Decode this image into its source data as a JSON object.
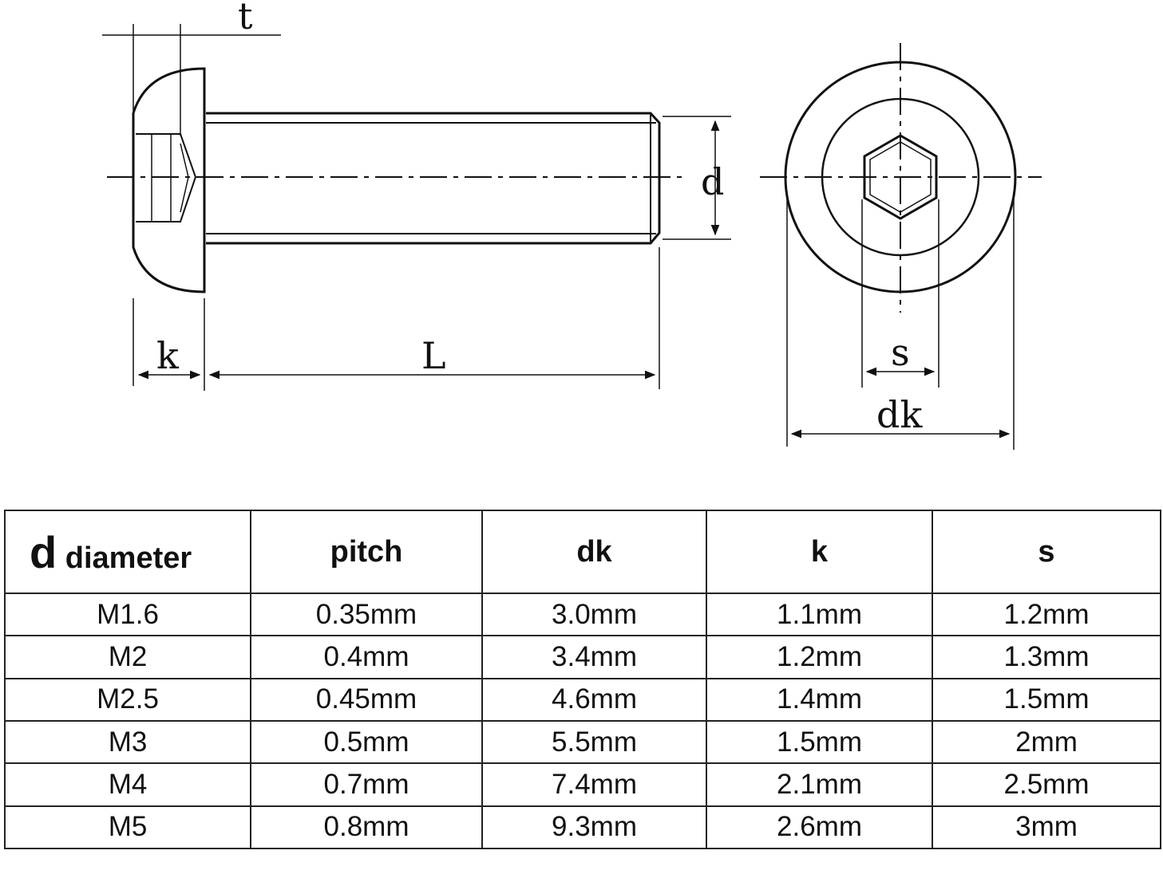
{
  "diagram": {
    "labels": {
      "t": "t",
      "d": "d",
      "k": "k",
      "L": "L",
      "s": "s",
      "dk": "dk"
    }
  },
  "table": {
    "header": {
      "d_symbol": "d",
      "d_word": "diameter",
      "pitch": "pitch",
      "dk": "dk",
      "k": "k",
      "s": "s"
    },
    "rows": [
      {
        "d": "M1.6",
        "pitch": "0.35mm",
        "dk": "3.0mm",
        "k": "1.1mm",
        "s": "1.2mm"
      },
      {
        "d": "M2",
        "pitch": "0.4mm",
        "dk": "3.4mm",
        "k": "1.2mm",
        "s": "1.3mm"
      },
      {
        "d": "M2.5",
        "pitch": "0.45mm",
        "dk": "4.6mm",
        "k": "1.4mm",
        "s": "1.5mm"
      },
      {
        "d": "M3",
        "pitch": "0.5mm",
        "dk": "5.5mm",
        "k": "1.5mm",
        "s": "2mm"
      },
      {
        "d": "M4",
        "pitch": "0.7mm",
        "dk": "7.4mm",
        "k": "2.1mm",
        "s": "2.5mm"
      },
      {
        "d": "M5",
        "pitch": "0.8mm",
        "dk": "9.3mm",
        "k": "2.6mm",
        "s": "3mm"
      }
    ]
  }
}
